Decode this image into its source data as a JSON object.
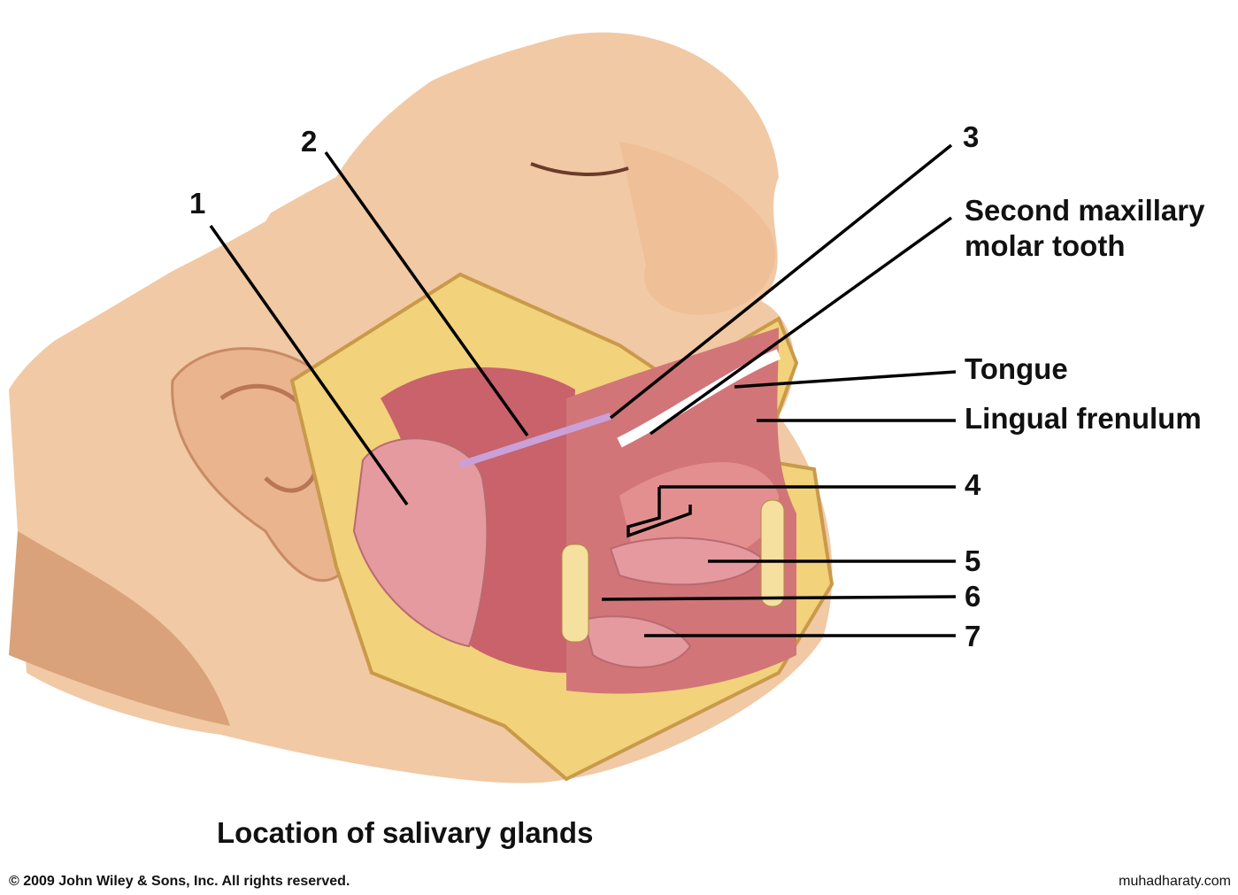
{
  "title": "Location of salivary glands",
  "labels": {
    "l1": "1",
    "l2": "2",
    "l3": "3",
    "molar_line1": "Second maxillary",
    "molar_line2": "molar tooth",
    "tongue": "Tongue",
    "frenulum": "Lingual frenulum",
    "l4": "4",
    "l5": "5",
    "l6": "6",
    "l7": "7"
  },
  "copyright": "© 2009 John Wiley & Sons, Inc. All rights reserved.",
  "watermark": "muhadharaty.com",
  "colors": {
    "skin": "#f1c9a4",
    "muscle": "#c9626a",
    "gland": "#e59aa0",
    "fat": "#f2d27a",
    "line": "#000000"
  }
}
